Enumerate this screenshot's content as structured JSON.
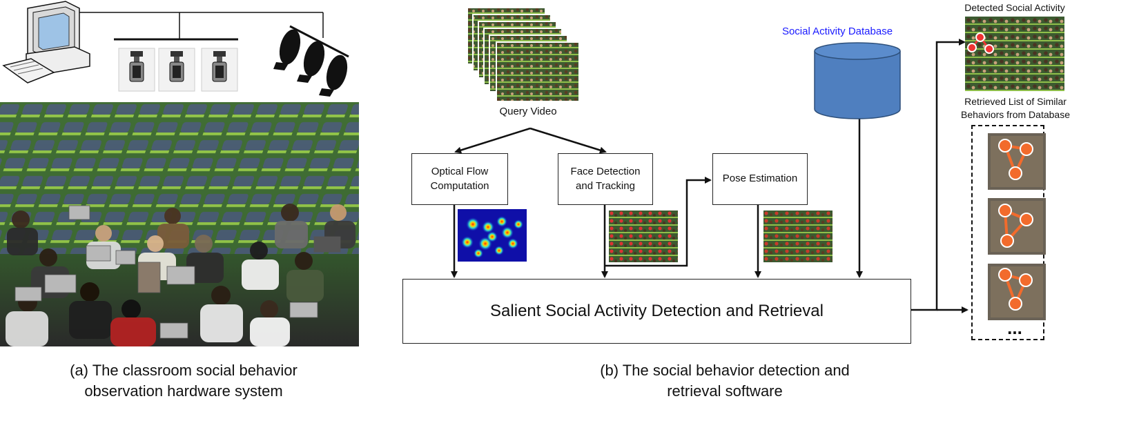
{
  "captions": {
    "hardware": [
      "(a) The classroom social behavior",
      "observation hardware system"
    ],
    "software": [
      "(b) The social behavior detection and",
      "retrieval software"
    ]
  },
  "labels": {
    "query_video": "Query Video",
    "database": "Social Activity Database",
    "detected": "Detected Social Activity",
    "retrieved": [
      "Retrieved List of Similar",
      "Behaviors from Database"
    ],
    "ellipsis": "..."
  },
  "boxes": {
    "optical_flow": "Optical Flow Computation",
    "face_detection": "Face Detection and Tracking",
    "pose_estimation": "Pose Estimation",
    "salient": "Salient Social Activity Detection and Retrieval"
  },
  "colors": {
    "database_fill": "#4f7fbf",
    "database_label": "#1a1aff",
    "node_orange": "#f26b2c",
    "classroom_green": "#3f7a3a"
  },
  "icons": [
    "computer-icon",
    "camera-icon",
    "microphone-icon",
    "database-icon"
  ]
}
